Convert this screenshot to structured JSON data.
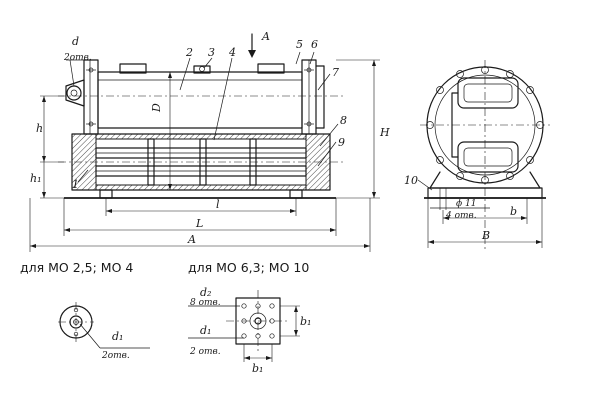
{
  "labels": {
    "d_top": "d",
    "holes_2_top": "2отв.",
    "n1": "1",
    "n2": "2",
    "n3": "3",
    "n4": "4",
    "n5": "5",
    "n6": "6",
    "n7": "7",
    "n8": "8",
    "n9": "9",
    "n10": "10",
    "view_A": "A",
    "D": "D",
    "h": "h",
    "h1": "h₁",
    "H": "H",
    "l": "l",
    "L": "L",
    "A_dim": "A",
    "B": "B",
    "b": "b",
    "phi11": "ϕ 11",
    "holes_4": "4 отв."
  },
  "captions": {
    "left": "для МО 2,5; МО 4",
    "right": "для МО 6,3; МО 10"
  },
  "details": {
    "left_d1": "d₁",
    "left_holes": "2отв.",
    "right_d2": "d₂",
    "right_holes8": "8 отв.",
    "right_d1": "d₁",
    "right_holes2": "2 отв.",
    "right_b1_v": "b₁",
    "right_b1_h": "b₁"
  }
}
